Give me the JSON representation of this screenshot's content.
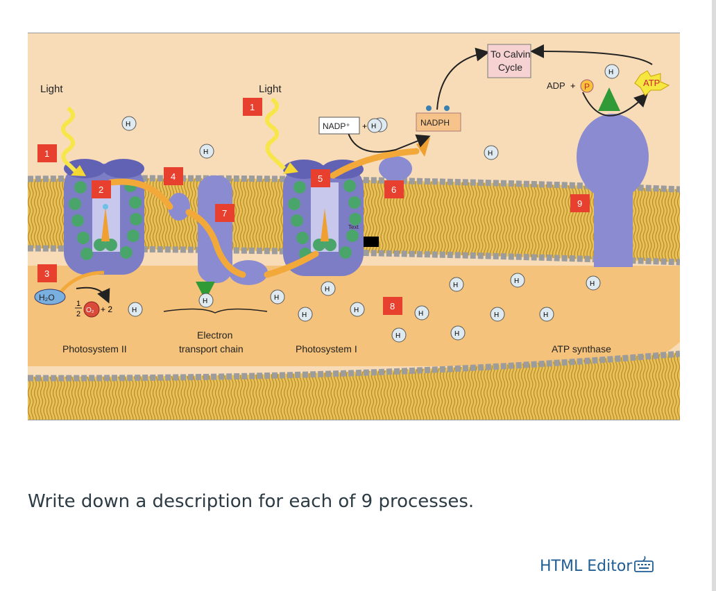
{
  "diagram": {
    "light_labels": [
      "Light",
      "Light"
    ],
    "step_numbers": [
      "1",
      "1",
      "2",
      "3",
      "4",
      "5",
      "6",
      "7",
      "8",
      "9"
    ],
    "h_ion": "H",
    "plus_sign": "+",
    "water": "H₂O",
    "oxygen_half_numerator": "1",
    "oxygen_half_denominator": "2",
    "oxygen": "O₂",
    "two_h": "+ 2",
    "nadp_plus": "NADP⁺",
    "nadph": "NADPH",
    "calvin_line1": "To Calvin",
    "calvin_line2": "Cycle",
    "adp": "ADP",
    "phosphate": "P",
    "atp": "ATP",
    "text_box": "Text",
    "photosystem_ii": "Photosystem II",
    "etc_line1": "Electron",
    "etc_line2": "transport chain",
    "photosystem_i": "Photosystem I",
    "atp_synthase": "ATP synthase"
  },
  "question": "Write down a description for each of 9 processes.",
  "editor_link": "HTML Editor",
  "colors": {
    "stroma": "#f8dcb8",
    "lumen": "#f4c27a",
    "membrane": "#d2a43a",
    "protein": "#8a8bd0",
    "chlorophyll": "#4aa56a",
    "step_box": "#e8402e",
    "proton_arrow": "#3c9a3c",
    "electron_arrow": "#f2a93a"
  }
}
